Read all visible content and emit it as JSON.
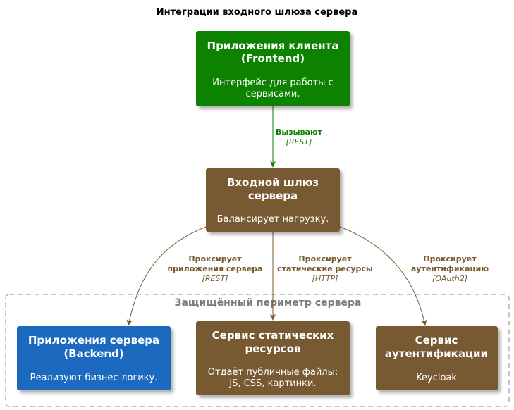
{
  "title": "Интеграции входного шлюза сервера",
  "colors": {
    "frontend": "#0a8200",
    "internal": "#785a32",
    "backend": "#1a6abf",
    "edge_frontend": "#0a8200",
    "edge_internal": "#785a32",
    "boundary": "#888888"
  },
  "nodes": {
    "frontend": {
      "title1": "Приложения клиента",
      "title2": "(Frontend)",
      "desc1": "Интерфейс для работы с",
      "desc2": "сервисами."
    },
    "gateway": {
      "title1": "Входной шлюз",
      "title2": "сервера",
      "desc1": "Балансирует нагрузку."
    },
    "backend": {
      "title1": "Приложения сервера",
      "title2": "(Backend)",
      "desc1": "Реализуют бизнес-логику."
    },
    "static": {
      "title1": "Сервис статических",
      "title2": "ресурсов",
      "desc1": "Отдаёт публичные файлы:",
      "desc2": "JS, CSS, картинки."
    },
    "auth": {
      "title1": "Сервис",
      "title2": "аутентификации",
      "desc1": "Keycloak"
    }
  },
  "boundary": {
    "label": "Защищённый периметр сервера"
  },
  "edges": {
    "front_to_gateway": {
      "label1": "Вызывают",
      "tech": "[REST]"
    },
    "gateway_to_backend": {
      "label1": "Проксирует",
      "label2": "приложения сервера",
      "tech": "[REST]"
    },
    "gateway_to_static": {
      "label1": "Проксирует",
      "label2": "статические ресурсы",
      "tech": "[HTTP]"
    },
    "gateway_to_auth": {
      "label1": "Проксирует",
      "label2": "аутентификацию",
      "tech": "[OAuth2]"
    }
  }
}
